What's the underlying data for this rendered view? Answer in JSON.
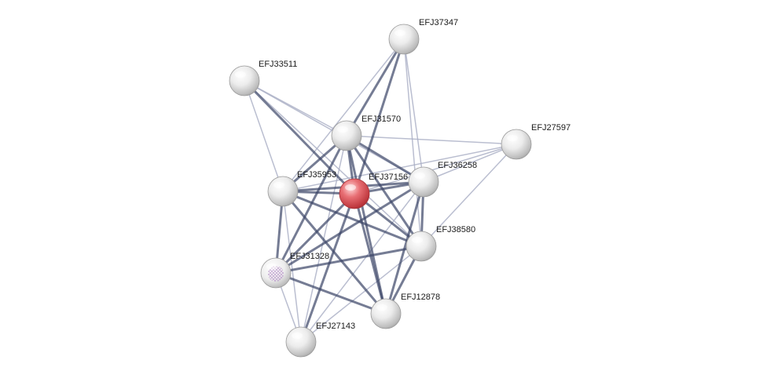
{
  "colors": {
    "edge_strong": "#3a4466",
    "edge_weak": "#a9aec4",
    "node_default": "#dedede",
    "node_query": "#d9555c"
  },
  "nodes": [
    {
      "id": "EFJ37347",
      "label": "EFJ37347",
      "style": "default"
    },
    {
      "id": "EFJ33511",
      "label": "EFJ33511",
      "style": "default"
    },
    {
      "id": "EFJ31570",
      "label": "EFJ31570",
      "style": "default"
    },
    {
      "id": "EFJ27597",
      "label": "EFJ27597",
      "style": "default"
    },
    {
      "id": "EFJ36258",
      "label": "EFJ36258",
      "style": "default"
    },
    {
      "id": "EFJ35953",
      "label": "EFJ35953",
      "style": "default"
    },
    {
      "id": "EFJ37156",
      "label": "EFJ37156",
      "style": "query"
    },
    {
      "id": "EFJ38580",
      "label": "EFJ38580",
      "style": "default"
    },
    {
      "id": "EFJ31328",
      "label": "EFJ31328",
      "style": "structure"
    },
    {
      "id": "EFJ12878",
      "label": "EFJ12878",
      "style": "default"
    },
    {
      "id": "EFJ27143",
      "label": "EFJ27143",
      "style": "default"
    }
  ],
  "edges": [
    {
      "source": "EFJ37347",
      "target": "EFJ31570",
      "strength": "strong"
    },
    {
      "source": "EFJ37347",
      "target": "EFJ37156",
      "strength": "strong"
    },
    {
      "source": "EFJ37347",
      "target": "EFJ36258",
      "strength": "weak"
    },
    {
      "source": "EFJ37347",
      "target": "EFJ35953",
      "strength": "weak"
    },
    {
      "source": "EFJ37347",
      "target": "EFJ38580",
      "strength": "weak"
    },
    {
      "source": "EFJ33511",
      "target": "EFJ31570",
      "strength": "weak"
    },
    {
      "source": "EFJ33511",
      "target": "EFJ37156",
      "strength": "strong"
    },
    {
      "source": "EFJ33511",
      "target": "EFJ35953",
      "strength": "weak"
    },
    {
      "source": "EFJ33511",
      "target": "EFJ36258",
      "strength": "weak"
    },
    {
      "source": "EFJ33511",
      "target": "EFJ38580",
      "strength": "weak"
    },
    {
      "source": "EFJ31570",
      "target": "EFJ37156",
      "strength": "strong"
    },
    {
      "source": "EFJ31570",
      "target": "EFJ35953",
      "strength": "strong"
    },
    {
      "source": "EFJ31570",
      "target": "EFJ36258",
      "strength": "strong"
    },
    {
      "source": "EFJ31570",
      "target": "EFJ38580",
      "strength": "strong"
    },
    {
      "source": "EFJ31570",
      "target": "EFJ31328",
      "strength": "strong"
    },
    {
      "source": "EFJ31570",
      "target": "EFJ12878",
      "strength": "strong"
    },
    {
      "source": "EFJ31570",
      "target": "EFJ27597",
      "strength": "weak"
    },
    {
      "source": "EFJ31570",
      "target": "EFJ27143",
      "strength": "weak"
    },
    {
      "source": "EFJ27597",
      "target": "EFJ37156",
      "strength": "weak"
    },
    {
      "source": "EFJ27597",
      "target": "EFJ36258",
      "strength": "weak"
    },
    {
      "source": "EFJ27597",
      "target": "EFJ35953",
      "strength": "weak"
    },
    {
      "source": "EFJ27597",
      "target": "EFJ38580",
      "strength": "weak"
    },
    {
      "source": "EFJ36258",
      "target": "EFJ37156",
      "strength": "strong"
    },
    {
      "source": "EFJ36258",
      "target": "EFJ35953",
      "strength": "strong"
    },
    {
      "source": "EFJ36258",
      "target": "EFJ38580",
      "strength": "strong"
    },
    {
      "source": "EFJ36258",
      "target": "EFJ31328",
      "strength": "strong"
    },
    {
      "source": "EFJ36258",
      "target": "EFJ12878",
      "strength": "strong"
    },
    {
      "source": "EFJ36258",
      "target": "EFJ27143",
      "strength": "weak"
    },
    {
      "source": "EFJ35953",
      "target": "EFJ37156",
      "strength": "strong"
    },
    {
      "source": "EFJ35953",
      "target": "EFJ38580",
      "strength": "strong"
    },
    {
      "source": "EFJ35953",
      "target": "EFJ31328",
      "strength": "strong"
    },
    {
      "source": "EFJ35953",
      "target": "EFJ12878",
      "strength": "strong"
    },
    {
      "source": "EFJ35953",
      "target": "EFJ27143",
      "strength": "weak"
    },
    {
      "source": "EFJ37156",
      "target": "EFJ38580",
      "strength": "strong"
    },
    {
      "source": "EFJ37156",
      "target": "EFJ31328",
      "strength": "strong"
    },
    {
      "source": "EFJ37156",
      "target": "EFJ12878",
      "strength": "strong"
    },
    {
      "source": "EFJ37156",
      "target": "EFJ27143",
      "strength": "strong"
    },
    {
      "source": "EFJ38580",
      "target": "EFJ31328",
      "strength": "strong"
    },
    {
      "source": "EFJ38580",
      "target": "EFJ12878",
      "strength": "strong"
    },
    {
      "source": "EFJ38580",
      "target": "EFJ27143",
      "strength": "weak"
    },
    {
      "source": "EFJ31328",
      "target": "EFJ12878",
      "strength": "strong"
    },
    {
      "source": "EFJ31328",
      "target": "EFJ27143",
      "strength": "weak"
    }
  ]
}
